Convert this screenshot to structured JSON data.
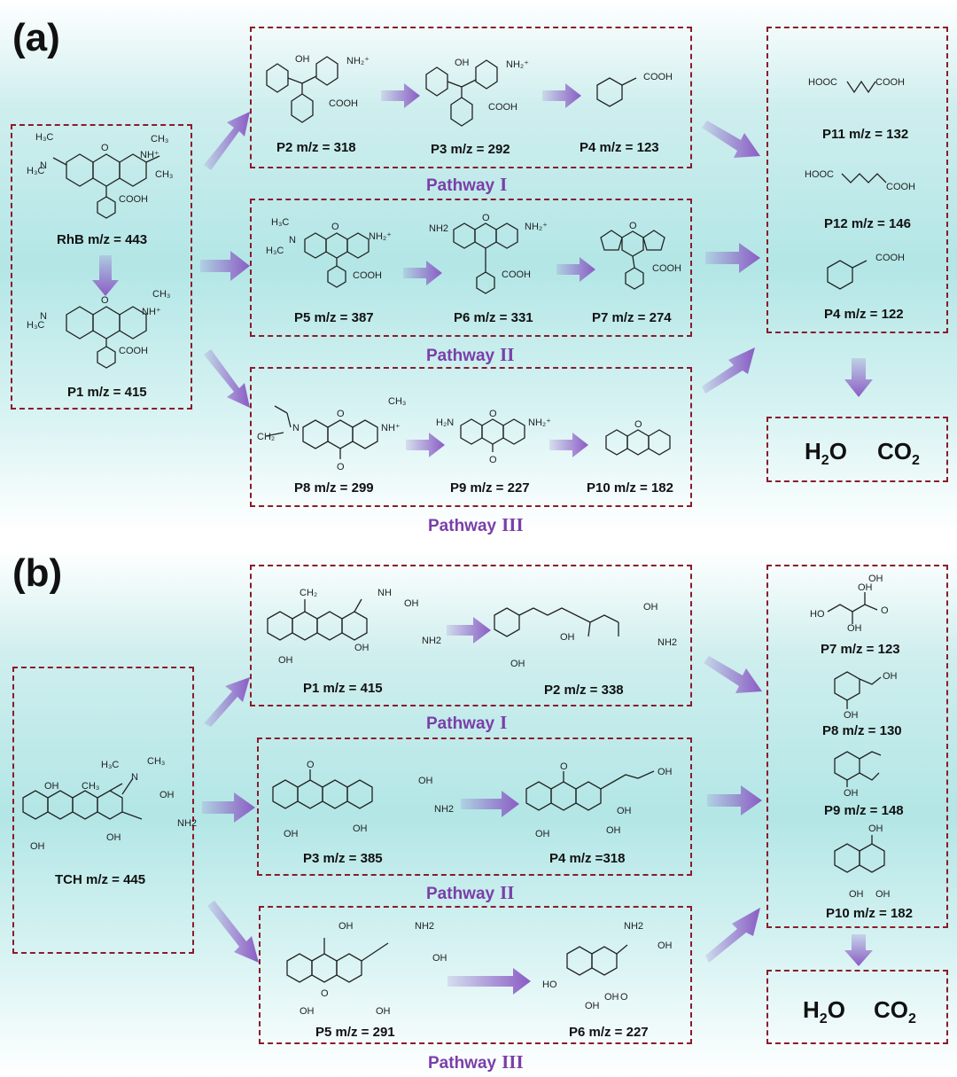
{
  "panels": {
    "a": {
      "label": "(a)",
      "start": {
        "label": "RhB m/z = 443"
      },
      "step1": {
        "label": "P1 m/z = 415"
      },
      "pathways": [
        {
          "name": "Pathway",
          "numeral": "I",
          "products": [
            "P2 m/z = 318",
            "P3 m/z = 292",
            "P4 m/z = 123"
          ]
        },
        {
          "name": "Pathway",
          "numeral": "II",
          "products": [
            "P5 m/z = 387",
            "P6 m/z = 331",
            "P7 m/z = 274"
          ]
        },
        {
          "name": "Pathway",
          "numeral": "III",
          "products": [
            "P8 m/z = 299",
            "P9 m/z = 227",
            "P10 m/z = 182"
          ]
        }
      ],
      "intermediates": [
        "P11 m/z = 132",
        "P12 m/z = 146",
        "P4 m/z = 122"
      ],
      "final": {
        "h2o": "H",
        "h2o_sub": "2",
        "h2o_end": "O",
        "co2": "CO",
        "co2_sub": "2"
      }
    },
    "b": {
      "label": "(b)",
      "start": {
        "label": "TCH m/z = 445"
      },
      "pathways": [
        {
          "name": "Pathway",
          "numeral": "I",
          "products": [
            "P1 m/z = 415",
            "P2 m/z = 338"
          ]
        },
        {
          "name": "Pathway",
          "numeral": "II",
          "products": [
            "P3 m/z = 385",
            "P4 m/z =318"
          ]
        },
        {
          "name": "Pathway",
          "numeral": "III",
          "products": [
            "P5 m/z = 291",
            "P6 m/z = 227"
          ]
        }
      ],
      "intermediates": [
        "P7 m/z = 123",
        "P8 m/z = 130",
        "P9 m/z = 148",
        "P10 m/z = 182"
      ],
      "final": {
        "h2o": "H",
        "h2o_sub": "2",
        "h2o_end": "O",
        "co2": "CO",
        "co2_sub": "2"
      }
    }
  },
  "atoms": {
    "cooh": "COOH",
    "hooc": "HOOC",
    "oh": "OH",
    "ho": "HO",
    "o": "O",
    "nh2_plus": "NH₂⁺",
    "nh_plus": "NH⁺",
    "nh2": "NH₂",
    "nh2_small": "NH2",
    "n": "N",
    "nh": "NH",
    "h3c": "H₃C",
    "ch3": "CH₃",
    "ch2": "CH₂",
    "h2n": "H₂N"
  },
  "colors": {
    "arrow": "#8a5cc4",
    "pathway_text": "#7a3fa8",
    "box_border": "#8a1c2b"
  }
}
